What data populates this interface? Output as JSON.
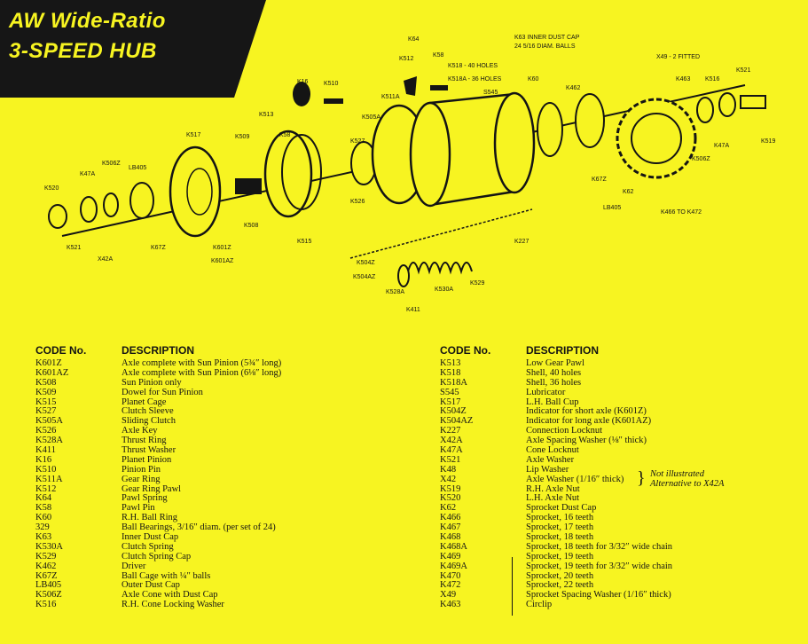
{
  "title": {
    "line1": "AW Wide-Ratio",
    "line2": "3-SPEED HUB"
  },
  "diagram": {
    "labels": [
      "K64",
      "K512",
      "K58",
      "K518 - 40 HOLES",
      "K518A - 36 HOLES",
      "S545",
      "K63 INNER DUST CAP",
      "24 5/16 DIAM. BALLS",
      "K60",
      "K462",
      "X49 - 2 FITTED",
      "K463",
      "K516",
      "K521",
      "K16",
      "K510",
      "K511A",
      "K505A",
      "K513",
      "K58",
      "K527",
      "K517",
      "K509",
      "K506Z",
      "K47A",
      "LB405",
      "K520",
      "K521",
      "X42A",
      "K67Z",
      "K601Z",
      "K601AZ",
      "K508",
      "K515",
      "K526",
      "K504Z",
      "K504AZ",
      "K528A",
      "K411",
      "K530A",
      "K529",
      "K227",
      "K67Z",
      "K62",
      "LB405",
      "K466 TO K472",
      "K506Z",
      "K47A",
      "K519"
    ]
  },
  "table_left": {
    "header_code": "CODE No.",
    "header_desc": "DESCRIPTION",
    "rows": [
      {
        "code": "K601Z",
        "desc": "Axle complete with Sun Pinion (5¾″ long)"
      },
      {
        "code": "K601AZ",
        "desc": "Axle complete with Sun Pinion (6⅛″ long)"
      },
      {
        "code": "K508",
        "desc": "Sun Pinion only"
      },
      {
        "code": "K509",
        "desc": "Dowel for Sun Pinion"
      },
      {
        "code": "K515",
        "desc": "Planet Cage"
      },
      {
        "code": "K527",
        "desc": "Clutch Sleeve"
      },
      {
        "code": "K505A",
        "desc": "Sliding Clutch"
      },
      {
        "code": "K526",
        "desc": "Axle Key"
      },
      {
        "code": "K528A",
        "desc": "Thrust Ring"
      },
      {
        "code": "K411",
        "desc": "Thrust Washer"
      },
      {
        "code": "K16",
        "desc": "Planet Pinion"
      },
      {
        "code": "K510",
        "desc": "Pinion Pin"
      },
      {
        "code": "K511A",
        "desc": "Gear Ring"
      },
      {
        "code": "K512",
        "desc": "Gear Ring Pawl"
      },
      {
        "code": "K64",
        "desc": "Pawl Spring"
      },
      {
        "code": "K58",
        "desc": "Pawl Pin"
      },
      {
        "code": "K60",
        "desc": "R.H. Ball Ring"
      },
      {
        "code": "329",
        "desc": "Ball Bearings, 3/16″ diam. (per set of 24)"
      },
      {
        "code": "K63",
        "desc": "Inner Dust Cap"
      },
      {
        "code": "K530A",
        "desc": "Clutch Spring"
      },
      {
        "code": "K529",
        "desc": "Clutch Spring Cap"
      },
      {
        "code": "K462",
        "desc": "Driver"
      },
      {
        "code": "K67Z",
        "desc": "Ball Cage with ¼″ balls"
      },
      {
        "code": "LB405",
        "desc": "Outer Dust Cap"
      },
      {
        "code": "K506Z",
        "desc": "Axle Cone with Dust Cap"
      },
      {
        "code": "K516",
        "desc": "R.H. Cone Locking Washer"
      }
    ]
  },
  "table_right": {
    "header_code": "CODE No.",
    "header_desc": "DESCRIPTION",
    "rows": [
      {
        "code": "K513",
        "desc": "Low Gear Pawl"
      },
      {
        "code": "K518",
        "desc": "Shell, 40 holes"
      },
      {
        "code": "K518A",
        "desc": "Shell, 36 holes"
      },
      {
        "code": "S545",
        "desc": "Lubricator"
      },
      {
        "code": "K517",
        "desc": "L.H. Ball Cup"
      },
      {
        "code": "K504Z",
        "desc": "Indicator for short axle (K601Z)"
      },
      {
        "code": "K504AZ",
        "desc": "Indicator for long axle (K601AZ)"
      },
      {
        "code": "K227",
        "desc": "Connection Locknut"
      },
      {
        "code": "X42A",
        "desc": "Axle Spacing Washer (⅛″ thick)"
      },
      {
        "code": "K47A",
        "desc": "Cone Locknut"
      },
      {
        "code": "K521",
        "desc": "Axle Washer"
      },
      {
        "code": "K48",
        "desc": "Lip Washer"
      },
      {
        "code": "X42",
        "desc": "Axle Washer (1/16″ thick)"
      },
      {
        "code": "K519",
        "desc": "R.H. Axle Nut"
      },
      {
        "code": "K520",
        "desc": "L.H. Axle Nut"
      },
      {
        "code": "K62",
        "desc": "Sprocket Dust Cap"
      },
      {
        "code": "K466",
        "desc": "Sprocket, 16 teeth"
      },
      {
        "code": "K467",
        "desc": "Sprocket, 17 teeth"
      },
      {
        "code": "K468",
        "desc": "Sprocket, 18 teeth"
      },
      {
        "code": "K468A",
        "desc": "Sprocket, 18 teeth for 3/32″ wide chain"
      },
      {
        "code": "K469",
        "desc": "Sprocket, 19 teeth"
      },
      {
        "code": "K469A",
        "desc": "Sprocket, 19 teeth for 3/32″ wide chain"
      },
      {
        "code": "K470",
        "desc": "Sprocket, 20 teeth"
      },
      {
        "code": "K472",
        "desc": "Sprocket, 22 teeth"
      },
      {
        "code": "X49",
        "desc": "Sprocket Spacing Washer (1/16″ thick)"
      },
      {
        "code": "K463",
        "desc": "Circlip"
      }
    ],
    "note_line1": "Not illustrated",
    "note_line2": "Alternative to X42A"
  }
}
